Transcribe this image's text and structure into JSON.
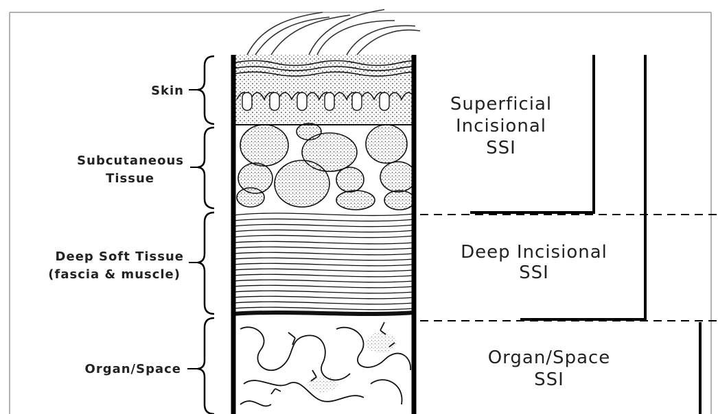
{
  "layers": {
    "skin": "Skin",
    "subcutaneous_line1": "Subcutaneous",
    "subcutaneous_line2": "Tissue",
    "deep_line1": "Deep Soft Tissue",
    "deep_line2": "(fascia & muscle)",
    "organ": "Organ/Space"
  },
  "classes": {
    "superficial_line1": "Superficial",
    "superficial_line2": "Incisional",
    "superficial_line3": "SSI",
    "deep_line1": "Deep Incisional",
    "deep_line2": "SSI",
    "organ_line1": "Organ/Space",
    "organ_line2": "SSI"
  },
  "colors": {
    "ink": "#111111",
    "background": "#ffffff"
  }
}
